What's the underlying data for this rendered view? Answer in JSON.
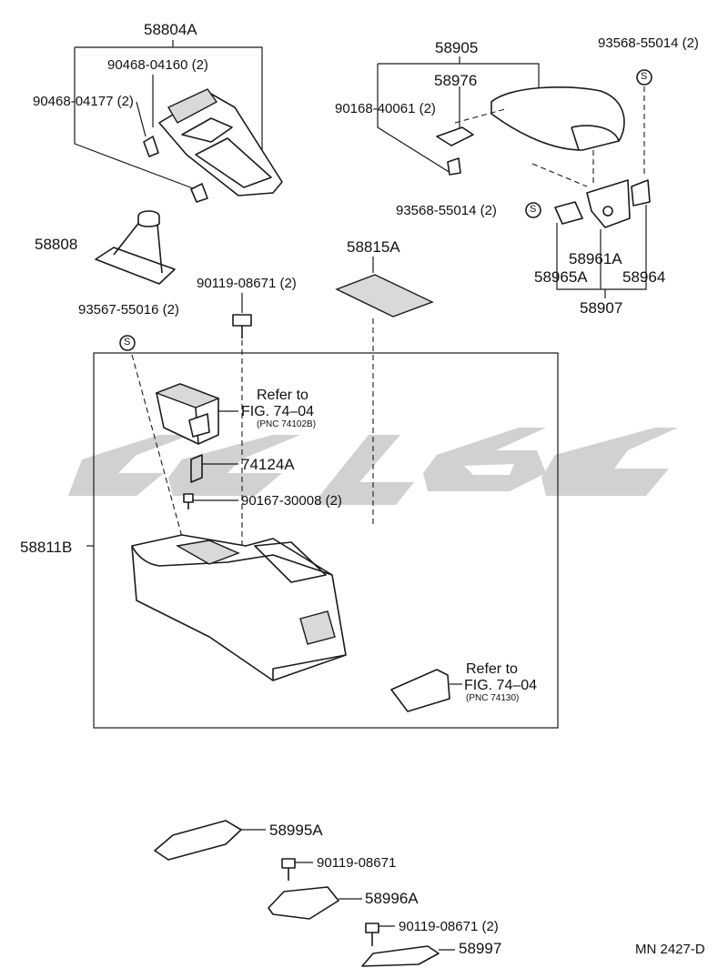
{
  "diagram": {
    "labels": {
      "p58804A": "58804A",
      "p90468_04160": "90468-04160 (2)",
      "p90468_04177": "90468-04177 (2)",
      "p58905": "58905",
      "p58976": "58976",
      "p90168_40061": "90168-40061 (2)",
      "p93568_top": "93568-55014 (2)",
      "p93568_mid": "93568-55014 (2)",
      "p58808": "58808",
      "p58815A": "58815A",
      "p58961A": "58961A",
      "p58965A": "58965A",
      "p58964": "58964",
      "p58907": "58907",
      "p90119_08671_2": "90119-08671 (2)",
      "p93567_55016": "93567-55016 (2)",
      "refer1_line1": "Refer to",
      "refer1_line2": "FIG. 74–04",
      "refer1_pnc": "(PNC 74102B)",
      "p74124A": "74124A",
      "p90167_30008": "90167-30008 (2)",
      "p58811B": "58811B",
      "refer2_line1": "Refer to",
      "refer2_line2": "FIG. 74–04",
      "refer2_pnc": "(PNC 74130)",
      "p58995A": "58995A",
      "p90119_08671_single": "90119-08671",
      "p58996A": "58996A",
      "p90119_08671_2b": "90119-08671 (2)",
      "p58997": "58997",
      "s_symbol_top": "S",
      "s_symbol_mid": "S",
      "s_symbol_left": "S"
    },
    "footer_code": "MN 2427-D"
  }
}
